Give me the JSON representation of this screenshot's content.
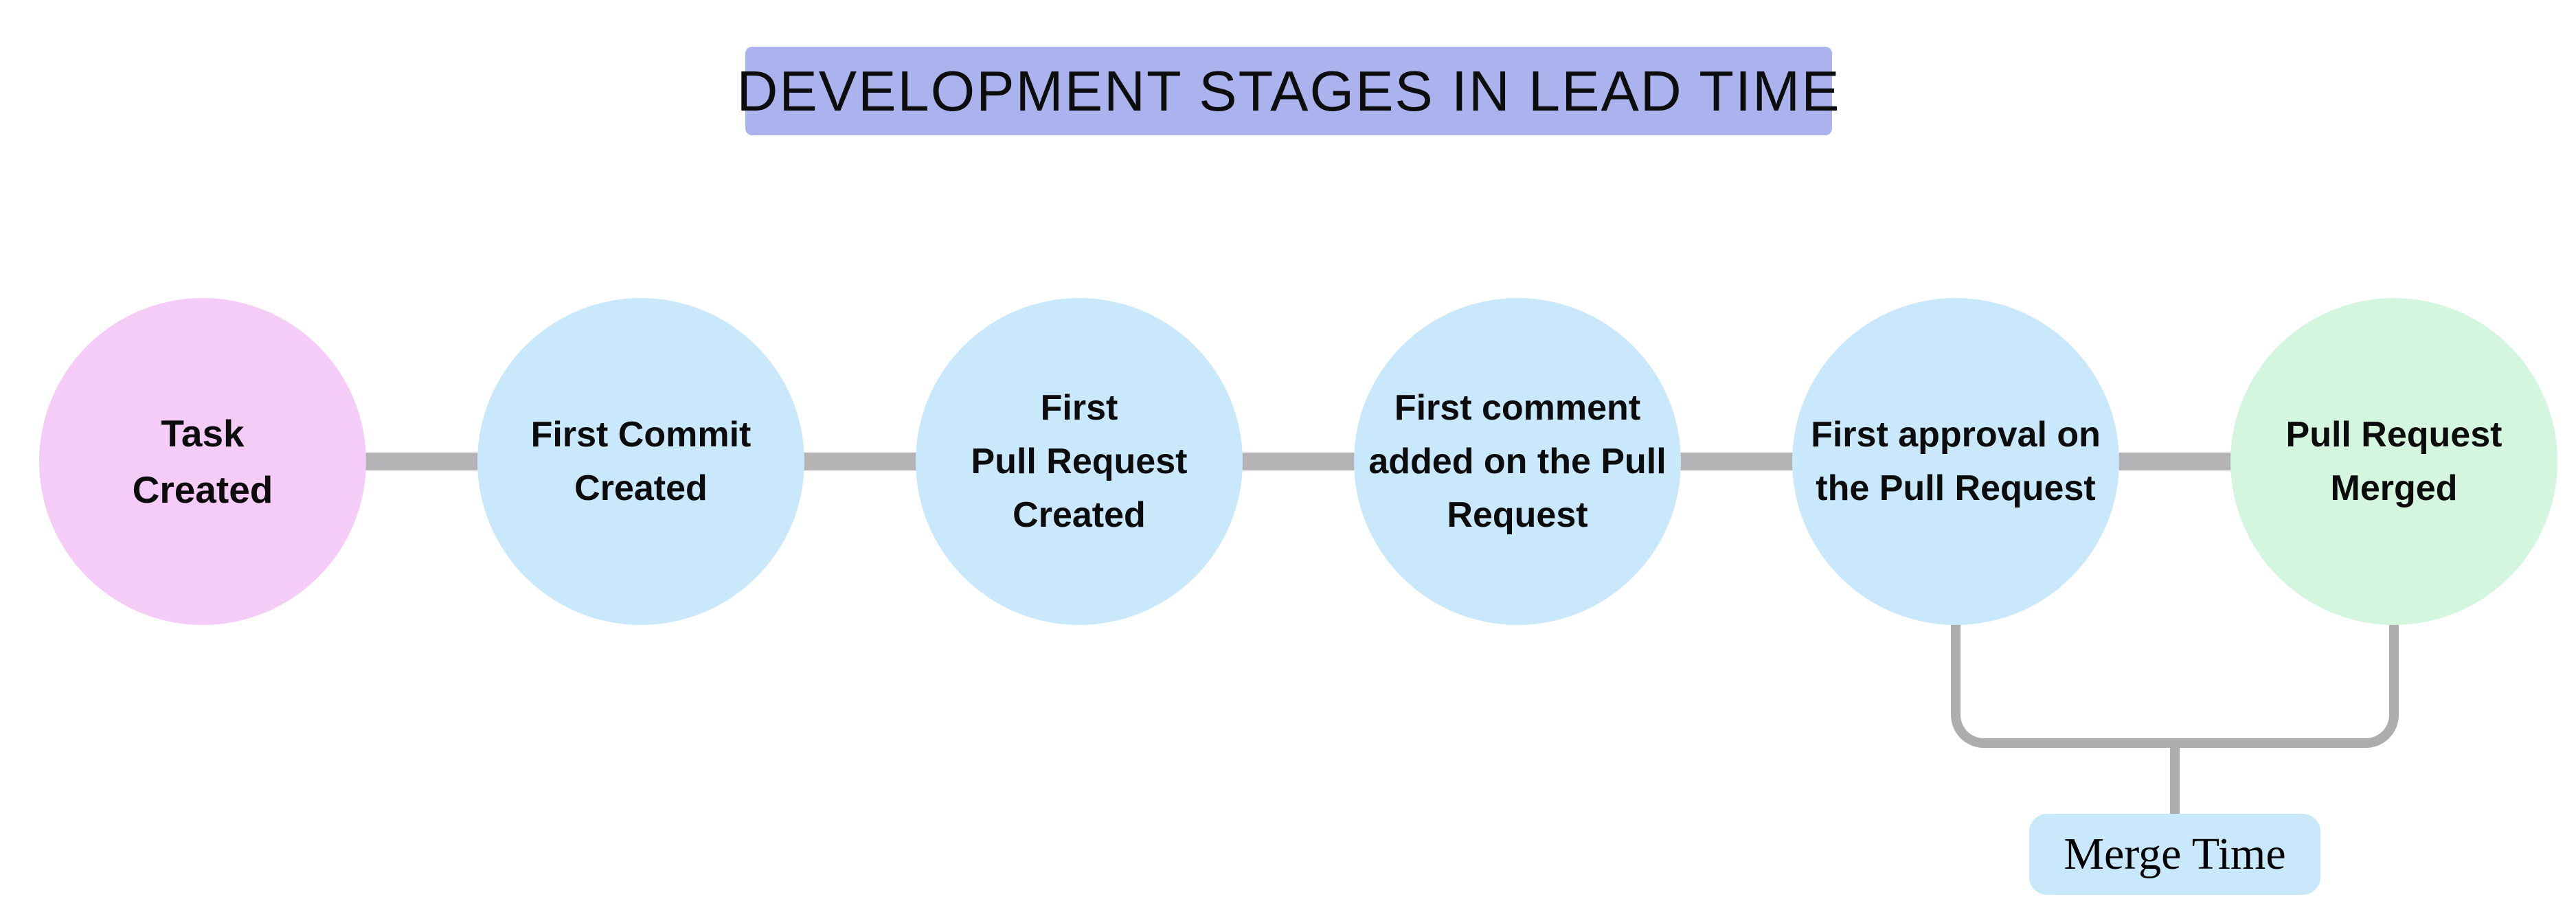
{
  "title": "DEVELOPMENT STAGES IN LEAD TIME",
  "stages": [
    {
      "id": "task-created",
      "lines": [
        "Task",
        "Created"
      ],
      "color": "#f5ccf8"
    },
    {
      "id": "first-commit",
      "lines": [
        "First Commit",
        "Created"
      ],
      "color": "#c9e8fc"
    },
    {
      "id": "first-pull-request",
      "lines": [
        "First",
        "Pull Request",
        "Created"
      ],
      "color": "#c9e8fc"
    },
    {
      "id": "first-comment",
      "lines": [
        "First comment",
        "added on the Pull",
        "Request"
      ],
      "color": "#c9e8fc"
    },
    {
      "id": "first-approval",
      "lines": [
        "First approval on",
        "the Pull Request"
      ],
      "color": "#c9e8fc"
    },
    {
      "id": "pull-request-merged",
      "lines": [
        "Pull Request",
        "Merged"
      ],
      "color": "#d4f6df"
    }
  ],
  "annotation": {
    "label": "Merge Time",
    "box_color": "#c9e8fc",
    "spans_from": "First approval on the Pull Request",
    "spans_to": "Pull Request Merged"
  },
  "colors": {
    "background": "#ffffff",
    "title_bg": "#aab3ed",
    "connector_gray": "#b5b3b5",
    "bracket_gray": "#adadad",
    "text": "#0d0d0d"
  }
}
